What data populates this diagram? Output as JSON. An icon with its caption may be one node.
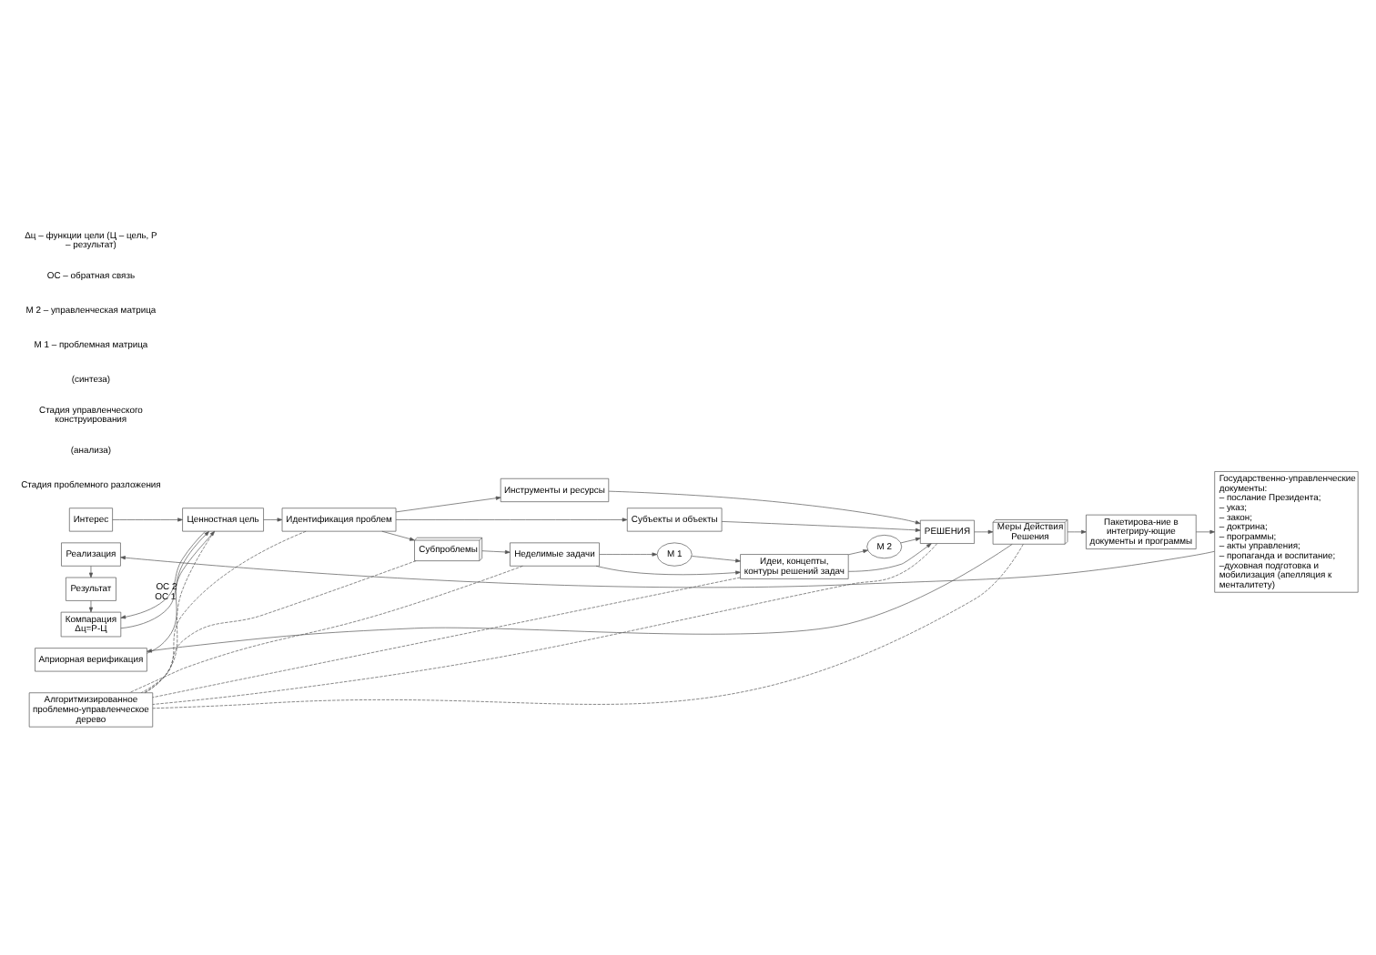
{
  "diagram": {
    "nodes": [
      {
        "text": [
          "Интерес"
        ]
      },
      {
        "text": [
          "Априорная верификация"
        ]
      },
      {
        "text": [
          "Ценностная цель"
        ]
      },
      {
        "text": [
          "Идентификация проблем"
        ]
      },
      {
        "text": [
          "Инструменты и ресурсы"
        ]
      },
      {
        "text": [
          "Субъекты и объекты"
        ]
      },
      {
        "text": [
          "Субпроблемы"
        ]
      },
      {
        "text": [
          "Неделимые задачи"
        ]
      },
      {
        "text": [
          "М 1"
        ]
      },
      {
        "text": [
          "Идеи, концепты, контуры решений задач"
        ]
      },
      {
        "text": [
          "М 2"
        ]
      },
      {
        "text": [
          "РЕШЕНИЯ"
        ]
      },
      {
        "text": [
          "Меры Действия",
          "Решения"
        ]
      },
      {
        "text": [
          "Пакетирова-ние в интегриру-ющие документы и программы"
        ]
      },
      {
        "text": [
          "Государственно-управленческие документы:",
          "– послание Президента;",
          "– указ;",
          "– закон;",
          "– доктрина;",
          "– программы;",
          "– акты управления;",
          "– пропаганда и воспитание;",
          "–духовная подготовка и мобилизация (апелляция к менталитету)"
        ]
      },
      {
        "text": [
          "Алгоритмизированное проблемно-управленческое дерево"
        ]
      },
      {
        "text": [
          "Компарация",
          "Δц=Р-Ц"
        ]
      },
      {
        "text": [
          "Результат"
        ]
      },
      {
        "text": [
          "Реализация"
        ]
      }
    ],
    "edges": [
      {
        "from": 0,
        "to": 2,
        "arrow": "to"
      },
      {
        "from": 1,
        "to": 2,
        "arrow": "to",
        "label": "ОС 1"
      },
      {
        "from": 12,
        "to": 1,
        "arrow": "to"
      },
      {
        "from": 2,
        "to": 3,
        "arrow": "to"
      },
      {
        "from": 3,
        "to": 4,
        "arrow": "to"
      },
      {
        "from": 3,
        "to": 5,
        "arrow": "to"
      },
      {
        "from": 3,
        "to": 6,
        "arrow": "to"
      },
      {
        "from": 6,
        "to": 7,
        "arrow": "to"
      },
      {
        "from": 7,
        "to": 8,
        "arrow": "to"
      },
      {
        "from": 8,
        "to": 9,
        "arrow": "to"
      },
      {
        "from": 7,
        "to": 9,
        "arrow": "to"
      },
      {
        "from": 9,
        "to": 10,
        "arrow": "to"
      },
      {
        "from": 10,
        "to": 11,
        "arrow": "to"
      },
      {
        "from": 9,
        "to": 11,
        "arrow": "to"
      },
      {
        "from": 4,
        "to": 11,
        "arrow": "to"
      },
      {
        "from": 5,
        "to": 11,
        "arrow": "to"
      },
      {
        "from": 11,
        "to": 12,
        "arrow": "to"
      },
      {
        "from": 12,
        "to": 13,
        "arrow": "to"
      },
      {
        "from": 13,
        "to": 14,
        "arrow": "to"
      },
      {
        "from": 14,
        "to": 18,
        "arrow": "to"
      },
      {
        "from": 18,
        "to": 17,
        "arrow": "to"
      },
      {
        "from": 17,
        "to": 16,
        "arrow": "to"
      },
      {
        "from": 16,
        "to": 2,
        "arrow": "to",
        "label": "ОС 2"
      },
      {
        "from": 2,
        "to": 16,
        "arrow": "to"
      },
      {
        "from": 2,
        "to": 15,
        "arrow": "none",
        "style": "dashed"
      },
      {
        "from": 3,
        "to": 15,
        "arrow": "none",
        "style": "dashed"
      },
      {
        "from": 6,
        "to": 15,
        "arrow": "none",
        "style": "dashed"
      },
      {
        "from": 7,
        "to": 15,
        "arrow": "none",
        "style": "dashed"
      },
      {
        "from": 9,
        "to": 15,
        "arrow": "none",
        "style": "dashed"
      },
      {
        "from": 11,
        "to": 15,
        "arrow": "none",
        "style": "dashed"
      },
      {
        "from": 12,
        "to": 15,
        "arrow": "none",
        "style": "dashed"
      }
    ],
    "labels": [
      "Стадия проблемного разложения",
      "(анализа)",
      "Стадия управленческого конструирования",
      "(синтеза)",
      "М 1 – проблемная матрица",
      "М 2 – управленческая матрица",
      "ОС – обратная связь",
      "Δц – функции цели (Ц – цель, Р – результат)"
    ]
  }
}
